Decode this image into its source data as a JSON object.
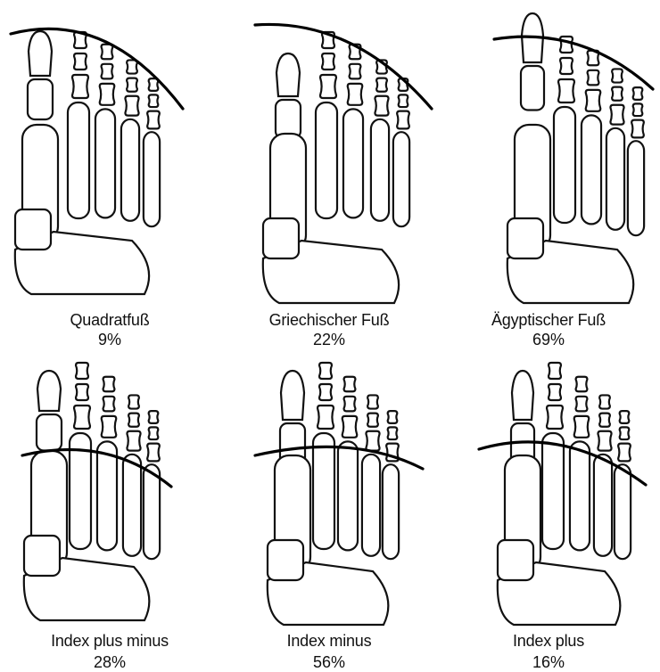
{
  "figure": {
    "panels": [
      {
        "name": "Quadratfuß",
        "percent": "9%"
      },
      {
        "name": "Griechischer Fuß",
        "percent": "22%"
      },
      {
        "name": "Ägyptischer Fuß",
        "percent": "69%"
      },
      {
        "name": "Index plus minus",
        "percent": "28%"
      },
      {
        "name": "Index minus",
        "percent": "56%"
      },
      {
        "name": "Index plus",
        "percent": "16%"
      }
    ]
  }
}
